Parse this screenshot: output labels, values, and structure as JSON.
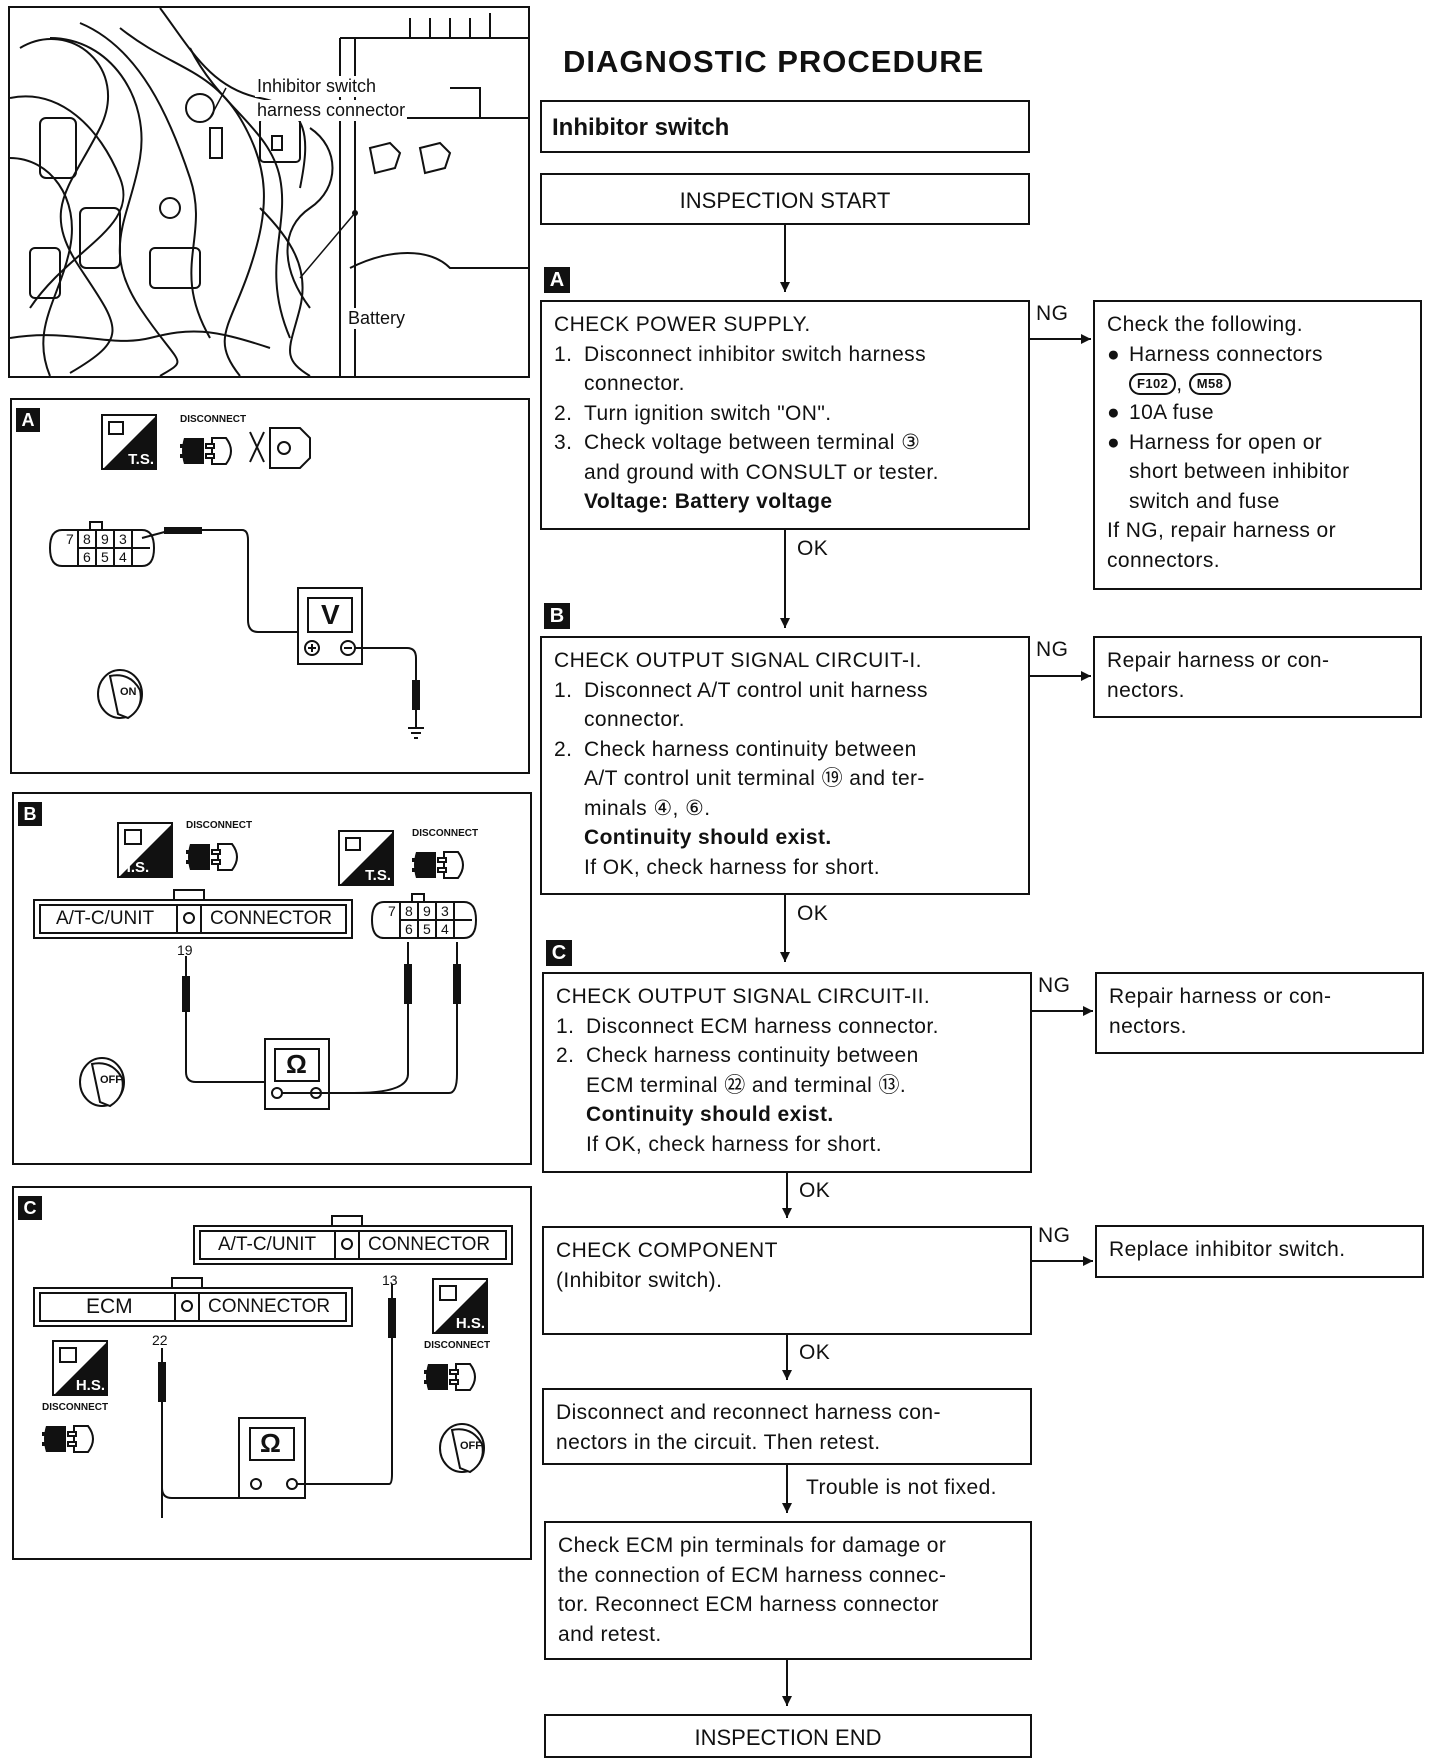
{
  "title": "DIAGNOSTIC PROCEDURE",
  "subtitle": "Inhibitor switch",
  "start": "INSPECTION START",
  "end": "INSPECTION END",
  "labels": {
    "ng": "NG",
    "ok": "OK",
    "not_fixed": "Trouble is not fixed."
  },
  "steps": {
    "a": {
      "letter": "A",
      "title": "CHECK POWER SUPPLY.",
      "item1": "Disconnect inhibitor switch harness",
      "item1b": "connector.",
      "item2": "Turn ignition switch \"ON\".",
      "item3": "Check voltage between terminal ③",
      "item3b": "and ground with CONSULT or tester.",
      "spec": "Voltage: Battery voltage",
      "ng_heading": "Check the following.",
      "ng_bullet1": "Harness connectors",
      "ng_badge1": "F102",
      "ng_badge2": "M58",
      "ng_bullet2": "10A fuse",
      "ng_bullet3": "Harness for open or",
      "ng_bullet3b": "short between inhibitor",
      "ng_bullet3c": "switch and fuse",
      "ng_note1": "If NG, repair harness or",
      "ng_note2": "connectors."
    },
    "b": {
      "letter": "B",
      "title": "CHECK OUTPUT SIGNAL CIRCUIT-I.",
      "item1": "Disconnect A/T control unit harness",
      "item1b": "connector.",
      "item2": "Check harness continuity between",
      "item2b": "A/T control unit terminal ⑲ and ter-",
      "item2c": "minals ④, ⑥.",
      "spec": "Continuity should exist.",
      "note": "If OK, check harness for short.",
      "ng_action1": "Repair harness or con-",
      "ng_action2": "nectors."
    },
    "c": {
      "letter": "C",
      "title": "CHECK OUTPUT SIGNAL CIRCUIT-II.",
      "item1": "Disconnect ECM harness connector.",
      "item2": "Check harness continuity between",
      "item2b": "ECM terminal ㉒ and terminal ⑬.",
      "spec": "Continuity should exist.",
      "note": "If OK, check harness for short.",
      "ng_action1": "Repair harness or con-",
      "ng_action2": "nectors."
    },
    "d": {
      "title": "CHECK COMPONENT",
      "title2": "(Inhibitor switch).",
      "ng_action": "Replace inhibitor switch."
    },
    "e": {
      "line1": "Disconnect and reconnect harness con-",
      "line2": "nectors in the circuit. Then retest."
    },
    "f": {
      "line1": "Check ECM pin terminals for damage or",
      "line2": "the connection of ECM harness connec-",
      "line3": "tor. Reconnect ECM harness connector",
      "line4": "and retest."
    }
  },
  "photo": {
    "label1": "Inhibitor switch",
    "label2": "harness connector",
    "label3": "Battery"
  },
  "diagrams": {
    "a": {
      "letter": "A",
      "ts": "T.S.",
      "disconnect": "DISCONNECT",
      "pins_top": [
        "7",
        "8",
        "9",
        "3"
      ],
      "pins_bottom": [
        "6",
        "5",
        "4"
      ],
      "meter": "V",
      "on": "ON"
    },
    "b": {
      "letter": "B",
      "hs": "H.S.",
      "ts": "T.S.",
      "disconnect": "DISCONNECT",
      "unit_label": "A/T-C/UNIT",
      "connector_label": "CONNECTOR",
      "terminal": "19",
      "pins_top": [
        "7",
        "8",
        "9",
        "3"
      ],
      "pins_bottom": [
        "6",
        "5",
        "4"
      ],
      "meter": "Ω",
      "off": "OFF"
    },
    "c": {
      "letter": "C",
      "hs": "H.S.",
      "disconnect": "DISCONNECT",
      "unit_label": "A/T-C/UNIT",
      "ecm_label": "ECM",
      "connector_label": "CONNECTOR",
      "terminal_ecm": "22",
      "terminal_unit": "13",
      "meter": "Ω",
      "off": "OFF"
    }
  }
}
